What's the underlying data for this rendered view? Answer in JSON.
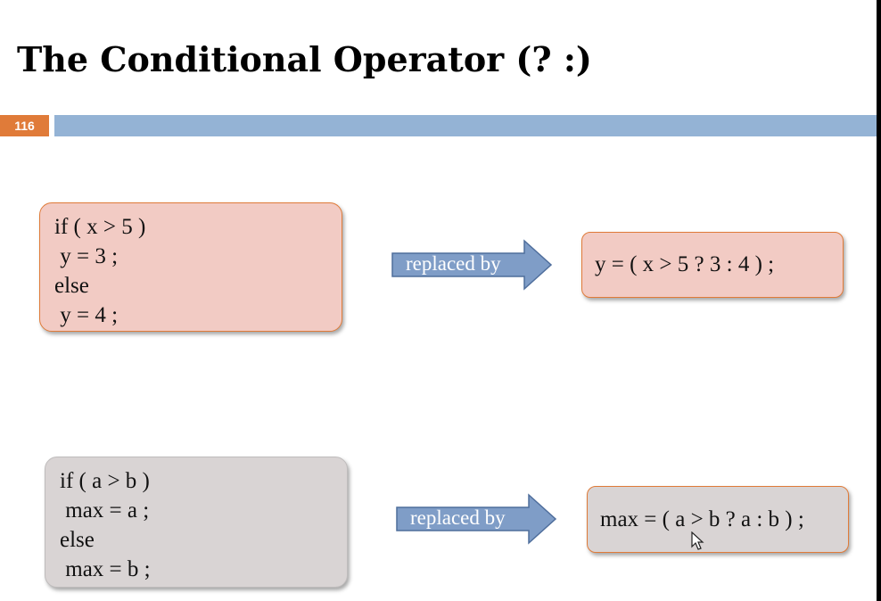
{
  "slide": {
    "title": "The Conditional Operator (? :)",
    "number": "116"
  },
  "example1": {
    "code": [
      "if ( x > 5 )",
      " y = 3 ;",
      "else",
      " y = 4 ;"
    ],
    "arrow_label": "replaced by",
    "result": "y = ( x > 5 ? 3 : 4 ) ;"
  },
  "example2": {
    "code": [
      "if ( a > b )",
      " max = a ;",
      "else",
      " max = b ;"
    ],
    "arrow_label": "replaced by",
    "result": "max = ( a > b ? a : b ) ;"
  },
  "colors": {
    "accent_orange": "#e07b39",
    "header_bar": "#94b3d5",
    "pink_box": "#f2cbc4",
    "gray_box": "#d9d4d4",
    "arrow_fill": "#7f9dc7"
  }
}
